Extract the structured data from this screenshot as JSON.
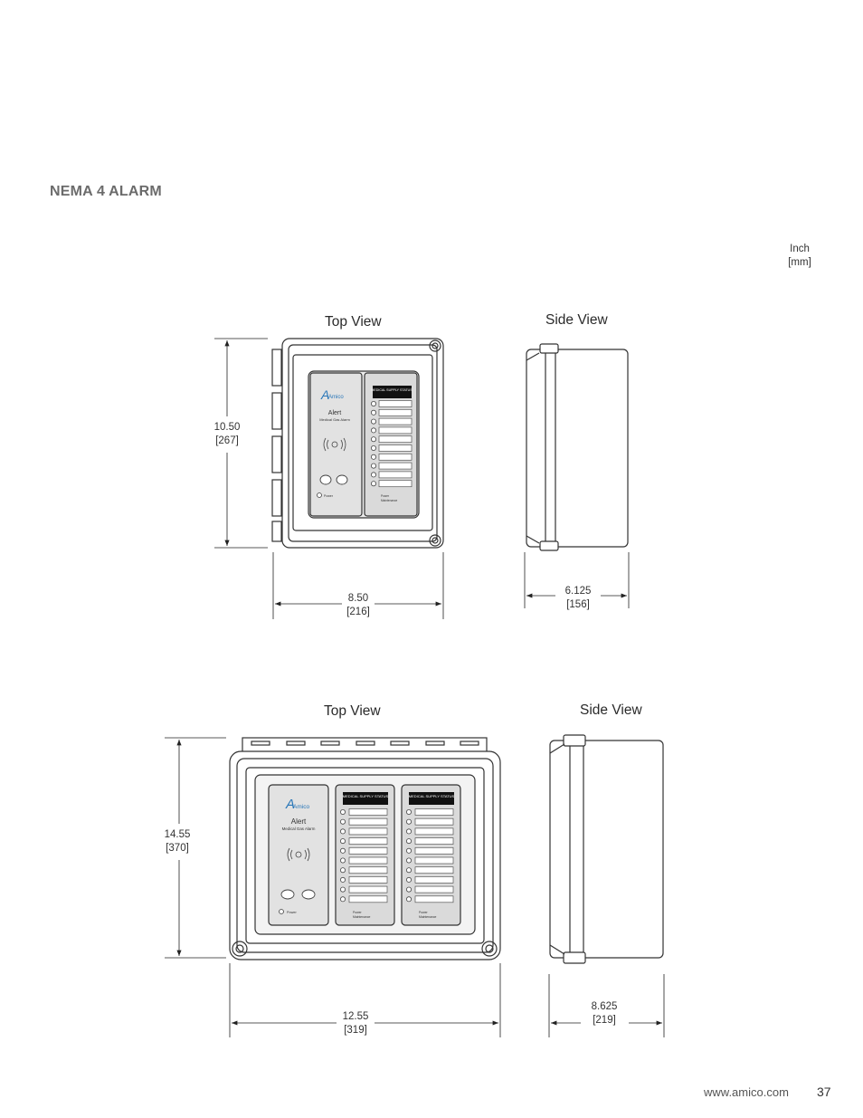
{
  "section_title": "NEMA 4 ALARM",
  "units": {
    "primary": "Inch",
    "secondary": "[mm]"
  },
  "drawing1": {
    "top_view_label": "Top View",
    "side_view_label": "Side View",
    "height": {
      "inch": "10.50",
      "mm": "[267]"
    },
    "width": {
      "inch": "8.50",
      "mm": "[216]"
    },
    "depth": {
      "inch": "6.125",
      "mm": "[156]"
    },
    "panel": {
      "brand": "Amico",
      "product": "Alert",
      "subtitle": "Medical Gas Alarm",
      "status_header": "MEDICAL SUPPLY STATUS",
      "power_label": "Power",
      "maintenance_label": "Maintenance"
    }
  },
  "drawing2": {
    "top_view_label": "Top View",
    "side_view_label": "Side View",
    "height": {
      "inch": "14.55",
      "mm": "[370]"
    },
    "width": {
      "inch": "12.55",
      "mm": "[319]"
    },
    "depth": {
      "inch": "8.625",
      "mm": "[219]"
    },
    "panel": {
      "brand": "Amico",
      "product": "Alert",
      "subtitle": "Medical Gas Alarm",
      "status_header": "MEDICAL SUPPLY STATUS",
      "power_label": "Power",
      "maintenance_label": "Maintenance"
    }
  },
  "footer": {
    "url": "www.amico.com",
    "page": "37"
  }
}
